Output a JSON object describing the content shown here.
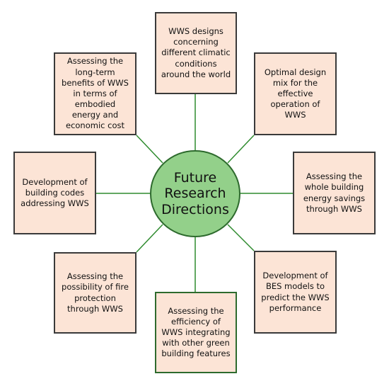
{
  "center": {
    "label": "Future Research Directions"
  },
  "nodes": [
    {
      "id": "top",
      "text": "WWS designs concerning different climatic conditions around the world"
    },
    {
      "id": "top-right",
      "text": "Optimal design mix for the effective operation of WWS"
    },
    {
      "id": "right",
      "text": "Assessing the whole building energy savings through WWS"
    },
    {
      "id": "bottom-right",
      "text": "Development of BES models to predict the WWS performance"
    },
    {
      "id": "bottom",
      "text": "Assessing the efficiency of WWS integrating with other green building features"
    },
    {
      "id": "bottom-left",
      "text": "Assessing the possibility of fire protection through WWS"
    },
    {
      "id": "left",
      "text": "Development of building codes addressing WWS"
    },
    {
      "id": "top-left",
      "text": "Assessing the long-term benefits of WWS in terms of embodied energy and economic cost"
    }
  ],
  "colors": {
    "connector": "#2e8b2e",
    "box_fill": "#fce4d6",
    "hub_fill": "#93d08a"
  }
}
